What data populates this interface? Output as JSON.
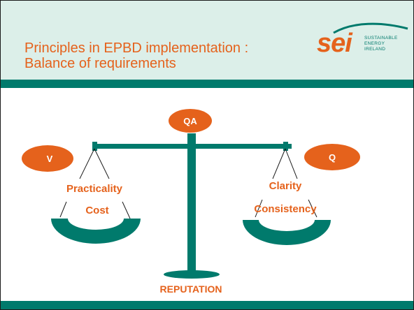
{
  "slide": {
    "title_line1": "Principles in EPBD implementation :",
    "title_line2": "Balance of requirements"
  },
  "logo": {
    "wordmark": "sei",
    "words": [
      "SUSTAINABLE",
      "ENERGY",
      "IRELAND"
    ]
  },
  "diagram": {
    "top_oval": "QA",
    "left_oval": "V",
    "right_oval": "Q",
    "left_pan_labels": [
      "Practicality",
      "Cost"
    ],
    "right_pan_labels": [
      "Clarity",
      "Consistency"
    ],
    "base_label": "REPUTATION"
  },
  "colors": {
    "accent_orange": "#e5621c",
    "teal": "#007a6c",
    "header_bg": "#dcefe9"
  }
}
